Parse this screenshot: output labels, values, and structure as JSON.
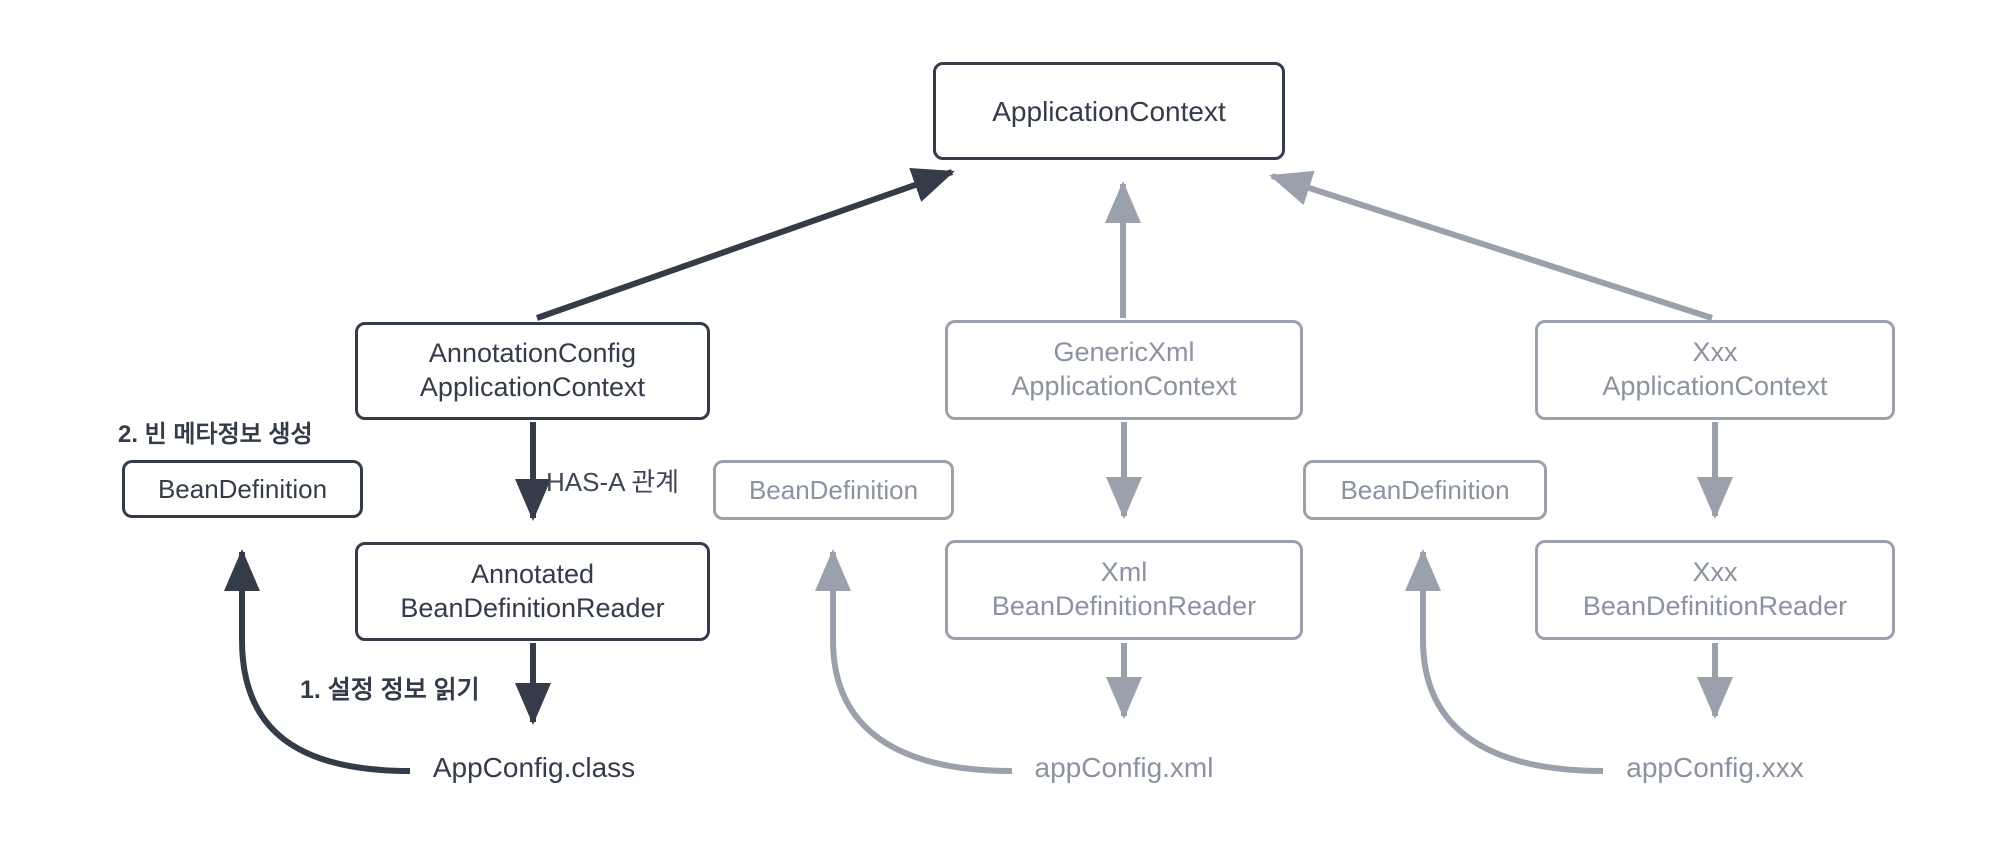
{
  "colors": {
    "dark": "#353c49",
    "gray": "#9aa1ac",
    "gray_text": "#8b92a0",
    "background": "#ffffff"
  },
  "root": {
    "label": "ApplicationContext"
  },
  "left": {
    "context_line1": "AnnotationConfig",
    "context_line2": "ApplicationContext",
    "reader_line1": "Annotated",
    "reader_line2": "BeanDefinitionReader",
    "bean_definition": "BeanDefinition",
    "config_file": "AppConfig.class",
    "has_a_label": "HAS-A 관계",
    "step1_label": "1.  설정 정보 읽기",
    "step2_label": "2.  빈 메타정보 생성"
  },
  "middle": {
    "context_line1": "GenericXml",
    "context_line2": "ApplicationContext",
    "reader_line1": "Xml",
    "reader_line2": "BeanDefinitionReader",
    "bean_definition": "BeanDefinition",
    "config_file": "appConfig.xml"
  },
  "right": {
    "context_line1": "Xxx",
    "context_line2": "ApplicationContext",
    "reader_line1": "Xxx",
    "reader_line2": "BeanDefinitionReader",
    "bean_definition": "BeanDefinition",
    "config_file": "appConfig.xxx"
  }
}
